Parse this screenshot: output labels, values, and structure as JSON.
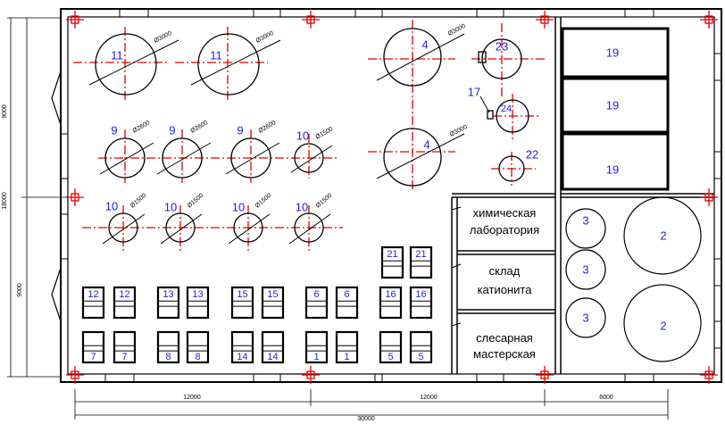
{
  "room_labels": {
    "chem_line1": "химическая",
    "chem_line2": "лаборатория",
    "cation_line1": "склад",
    "cation_line2": "катионита",
    "workshop_line1": "слесарная",
    "workshop_line2": "мастерская"
  },
  "dimensions": {
    "left_upper": "9000",
    "left_total": "18000",
    "left_lower": "9000",
    "bottom_1": "12000",
    "bottom_2": "12000",
    "bottom_3": "6000",
    "bottom_total": "30000"
  },
  "large_tanks": [
    {
      "label": "11",
      "diameter": "Ø3000"
    },
    {
      "label": "11",
      "diameter": "Ø3000"
    },
    {
      "label": "4",
      "diameter": "Ø3000"
    },
    {
      "label": "4",
      "diameter": "Ø3000"
    }
  ],
  "mid_tanks": [
    {
      "label": "9",
      "diameter": "Ø2600"
    },
    {
      "label": "9",
      "diameter": "Ø2600"
    },
    {
      "label": "9",
      "diameter": "Ø2600"
    },
    {
      "label": "10",
      "diameter": "Ø1500"
    },
    {
      "label": "10",
      "diameter": "Ø1500"
    },
    {
      "label": "10",
      "diameter": "Ø1500"
    },
    {
      "label": "10",
      "diameter": "Ø1500"
    },
    {
      "label": "10",
      "diameter": "Ø1500"
    }
  ],
  "special": {
    "tank_23": "23",
    "tank_24": "24",
    "tank_22": "22",
    "pointer_17": "17"
  },
  "pumps_top_row": [
    "12",
    "12",
    "13",
    "13",
    "15",
    "15",
    "6",
    "6",
    "16",
    "16"
  ],
  "pumps_bottom_row": [
    "7",
    "7",
    "8",
    "8",
    "14",
    "14",
    "1",
    "1",
    "5",
    "5"
  ],
  "pumps_21": [
    "21",
    "21"
  ],
  "tanks_19": [
    "19",
    "19",
    "19"
  ],
  "vessels_3": [
    "3",
    "3",
    "3"
  ],
  "vessels_2": [
    "2",
    "2"
  ],
  "colors": {
    "lines": "#000000",
    "axes": "#e00000",
    "labels": "#2222dd"
  }
}
